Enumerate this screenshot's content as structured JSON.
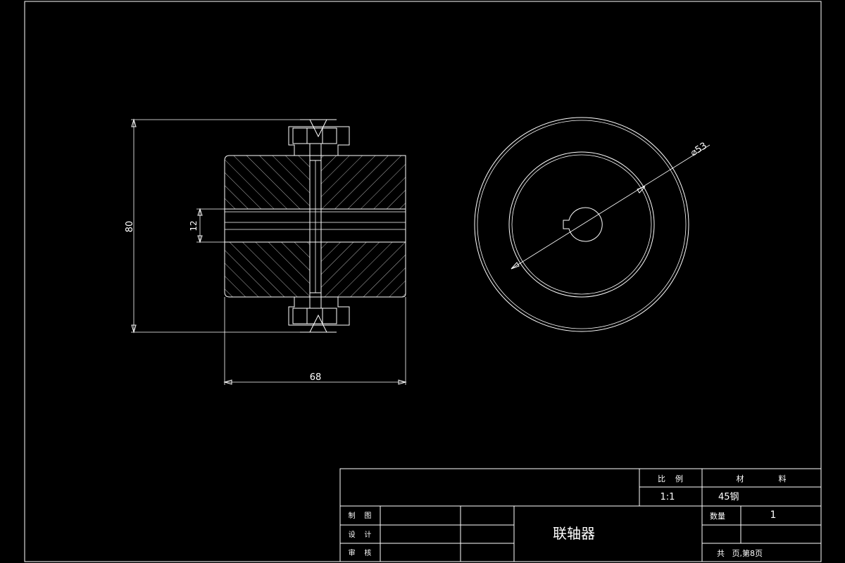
{
  "drawing": {
    "dimensions": {
      "height": "80",
      "bore": "12",
      "width": "68",
      "diameter": "⌀53"
    }
  },
  "title_block": {
    "scale_label": "比    例",
    "scale_value": "1:1",
    "material_label": "材              料",
    "material_value": "45钢",
    "drawn_label": "制    图",
    "design_label": "设    计",
    "review_label": "审    核",
    "part_name": "联轴器",
    "quantity_label": "数量",
    "quantity_value": "1",
    "sheet_info": "共   页,第8页"
  },
  "colors": {
    "background": "#000000",
    "lines": "#ffffff"
  }
}
